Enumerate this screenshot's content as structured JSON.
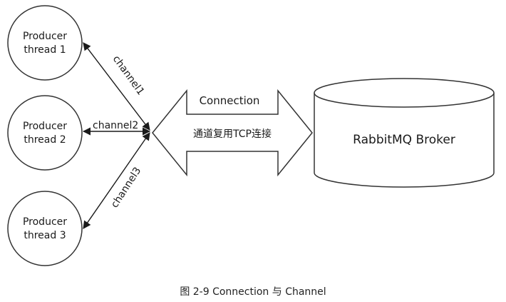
{
  "producers": [
    {
      "line1": "Producer",
      "line2": "thread 1"
    },
    {
      "line1": "Producer",
      "line2": "thread 2"
    },
    {
      "line1": "Producer",
      "line2": "thread 3"
    }
  ],
  "channels": [
    "channel1",
    "channel2",
    "channel3"
  ],
  "connection": {
    "label": "Connection",
    "sublabel": "通道复用TCP连接"
  },
  "broker": {
    "label": "RabbitMQ Broker"
  },
  "caption": "图 2-9   Connection 与 Channel"
}
